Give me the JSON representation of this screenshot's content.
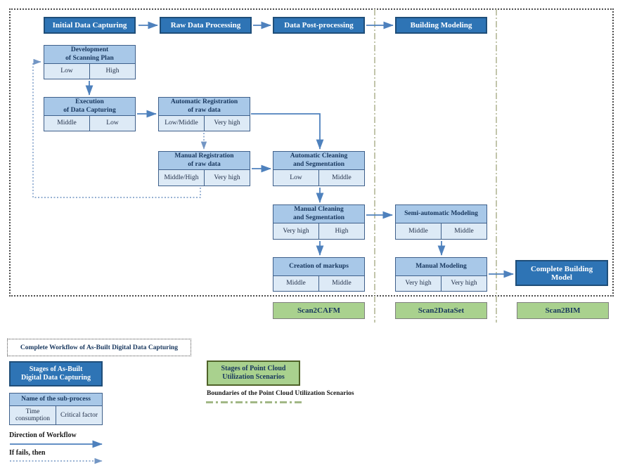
{
  "stages": [
    "Initial Data Capturing",
    "Raw Data Processing",
    "Data Post-processing",
    "Building Modeling"
  ],
  "subprocesses": [
    {
      "t1": "Development",
      "t2": "of Scanning Plan",
      "time": "Low",
      "factor": "High"
    },
    {
      "t1": "Execution",
      "t2": "of Data Capturing",
      "time": "Middle",
      "factor": "Low"
    },
    {
      "t1": "Automatic Registration",
      "t2": "of raw data",
      "time": "Low/Middle",
      "factor": "Very high"
    },
    {
      "t1": "Manual Registration",
      "t2": "of raw data",
      "time": "Middle/High",
      "factor": "Very high"
    },
    {
      "t1": "Automatic Cleaning",
      "t2": "and Segmentation",
      "time": "Low",
      "factor": "Middle"
    },
    {
      "t1": "Manual Cleaning",
      "t2": "and Segmentation",
      "time": "Very high",
      "factor": "High"
    },
    {
      "t1": "Creation of markups",
      "t2": "",
      "time": "Middle",
      "factor": "Middle"
    },
    {
      "t1": "Semi-automatic Modeling",
      "t2": "",
      "time": "Middle",
      "factor": "Middle"
    },
    {
      "t1": "Manual Modeling",
      "t2": "",
      "time": "Very high",
      "factor": "Very high"
    }
  ],
  "final_node": {
    "t1": "Complete Building",
    "t2": "Model"
  },
  "scenarios": [
    "Scan2CAFM",
    "Scan2DataSet",
    "Scan2BIM"
  ],
  "legend": {
    "workflow_box": "Complete Workflow of As-Built Digital Data Capturing",
    "stages_box_l1": "Stages of As-Built",
    "stages_box_l2": "Digital Data Capturing",
    "subprocess_header": "Name of the sub-process",
    "subprocess_cell1": "Time consumption",
    "subprocess_cell2": "Critical factor",
    "direction_label": "Direction of Workflow",
    "if_fails_label": "If fails, then",
    "scenario_box_l1": "Stages of Point Cloud",
    "scenario_box_l2": "Utilization Scenarios",
    "boundaries_label": "Boundaries of the Point Cloud Utilization Scenarios"
  },
  "colors": {
    "stage_fill": "#2E74B5",
    "stage_border": "#1F4E79",
    "subprocess_header_fill": "#A8C8E8",
    "subprocess_cell_fill": "#DDEAF6",
    "subprocess_border": "#3E5F8A",
    "scenario_fill": "#A9D18E",
    "scenario_border": "#7F7F7F",
    "arrow": "#4E81BD",
    "boundary_line": "#C2C5AB",
    "frame_dotted": "#4d4d4d"
  }
}
